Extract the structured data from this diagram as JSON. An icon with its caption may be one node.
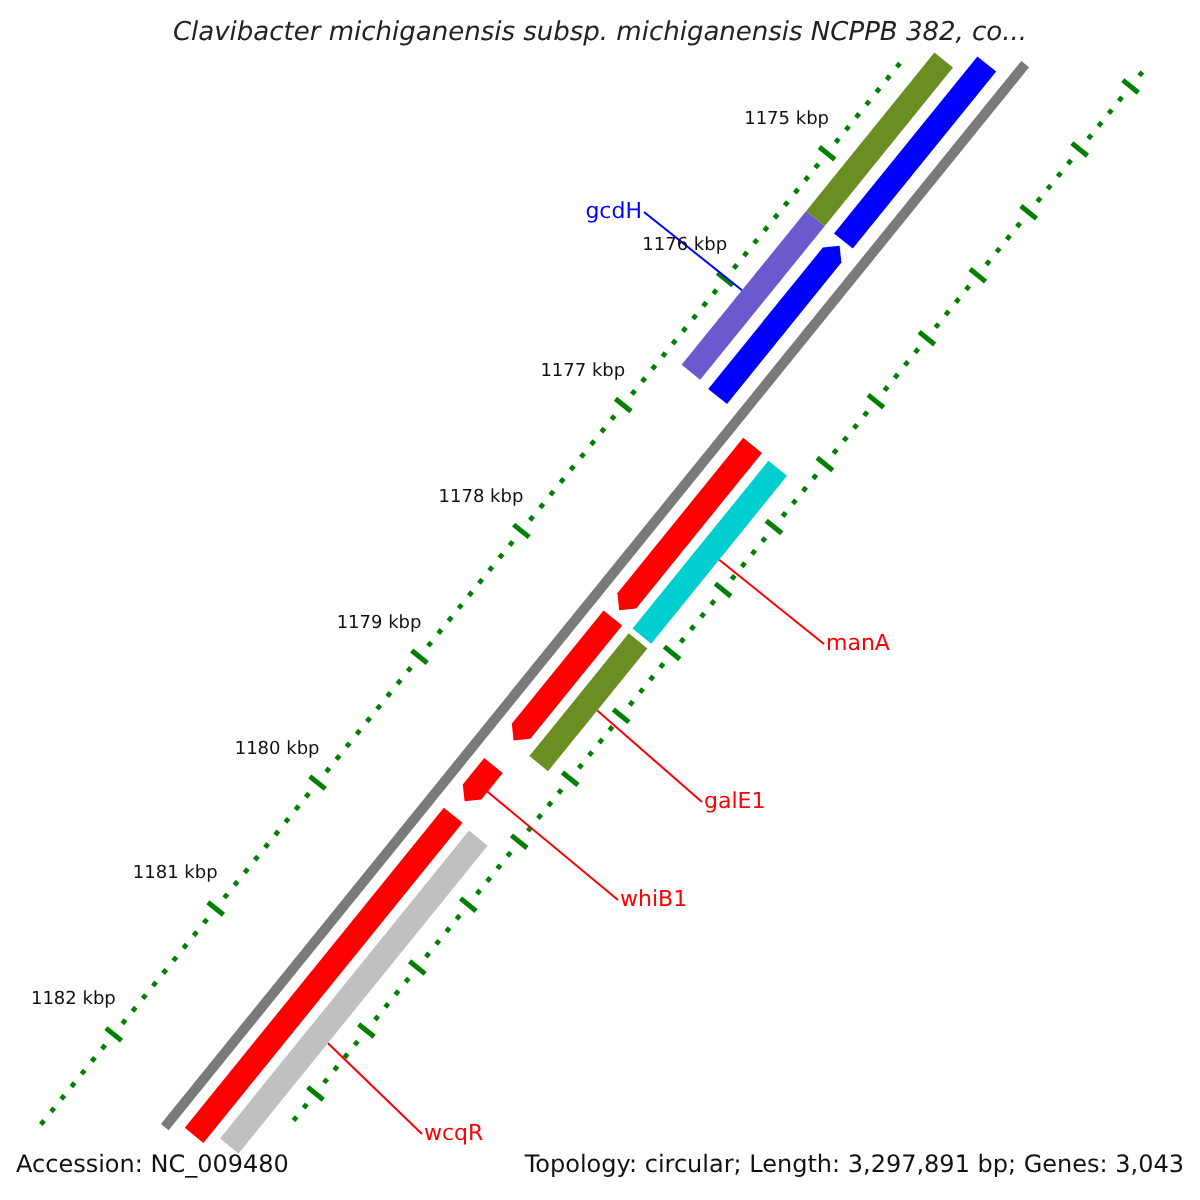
{
  "diagram": {
    "title": "Clavibacter michiganensis subsp. michiganensis NCPPB 382, co...",
    "nodes": [
      {
        "text": [
          "gcdH"
        ]
      },
      {
        "text": [],
        "shape": "bar"
      },
      {
        "text": [
          "manA"
        ]
      },
      {
        "text": [],
        "shape": "bar"
      },
      {
        "text": [
          "galE1"
        ]
      },
      {
        "text": [],
        "shape": "bar"
      },
      {
        "text": [
          "whiB1"
        ]
      },
      {
        "text": [],
        "shape": "bar"
      },
      {
        "text": [
          "wcqR"
        ]
      },
      {
        "text": [],
        "shape": "bar"
      },
      {
        "text": [],
        "shape": "bar"
      },
      {
        "text": [],
        "shape": "bar"
      },
      {
        "text": [],
        "shape": "bar"
      },
      {
        "text": [],
        "shape": "bar"
      },
      {
        "text": [],
        "shape": "bar"
      },
      {
        "text": [],
        "shape": "bar"
      }
    ],
    "edges": [
      {
        "from": 0,
        "to": 1,
        "arrow": "none",
        "color": "#0000ff"
      },
      {
        "from": 2,
        "to": 3,
        "arrow": "none"
      },
      {
        "from": 4,
        "to": 5,
        "arrow": "none"
      },
      {
        "from": 6,
        "to": 7,
        "arrow": "none"
      },
      {
        "from": 8,
        "to": 9,
        "arrow": "none"
      }
    ],
    "labels": [
      "1175 kbp",
      "1176 kbp",
      "1177 kbp",
      "1178 kbp",
      "1179 kbp",
      "1180 kbp",
      "1181 kbp",
      "1182 kbp",
      "Accession: NC_009480",
      "Topology: circular; Length: 3,297,891 bp; Genes: 3,043"
    ]
  }
}
